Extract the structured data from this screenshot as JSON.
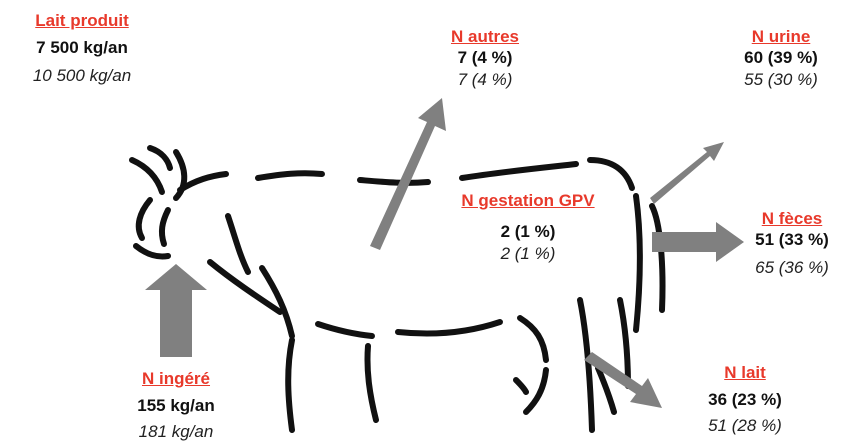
{
  "colors": {
    "title": "#e8392b",
    "arrow": "#808080",
    "outline": "#111111",
    "text": "#111111"
  },
  "labels": {
    "lait_produit": {
      "title": "Lait produit",
      "v1": "7 500 kg/an",
      "v2": "10 500 kg/an"
    },
    "n_autres": {
      "title": "N autres",
      "v1": "7 (4 %)",
      "v2": "7 (4 %)"
    },
    "n_urine": {
      "title": "N urine",
      "v1": "60 (39 %)",
      "v2": "55 (30 %)"
    },
    "n_gestation": {
      "title": "N gestation GPV",
      "v1": "2 (1 %)",
      "v2": "2 (1 %)"
    },
    "n_feces": {
      "title": "N fèces",
      "v1": "51 (33 %)",
      "v2": "65 (36 %)"
    },
    "n_ingere": {
      "title": "N ingéré",
      "v1": "155 kg/an",
      "v2": "181 kg/an"
    },
    "n_lait": {
      "title": "N lait",
      "v1": "36 (23 %)",
      "v2": "51 (28 %)"
    }
  }
}
